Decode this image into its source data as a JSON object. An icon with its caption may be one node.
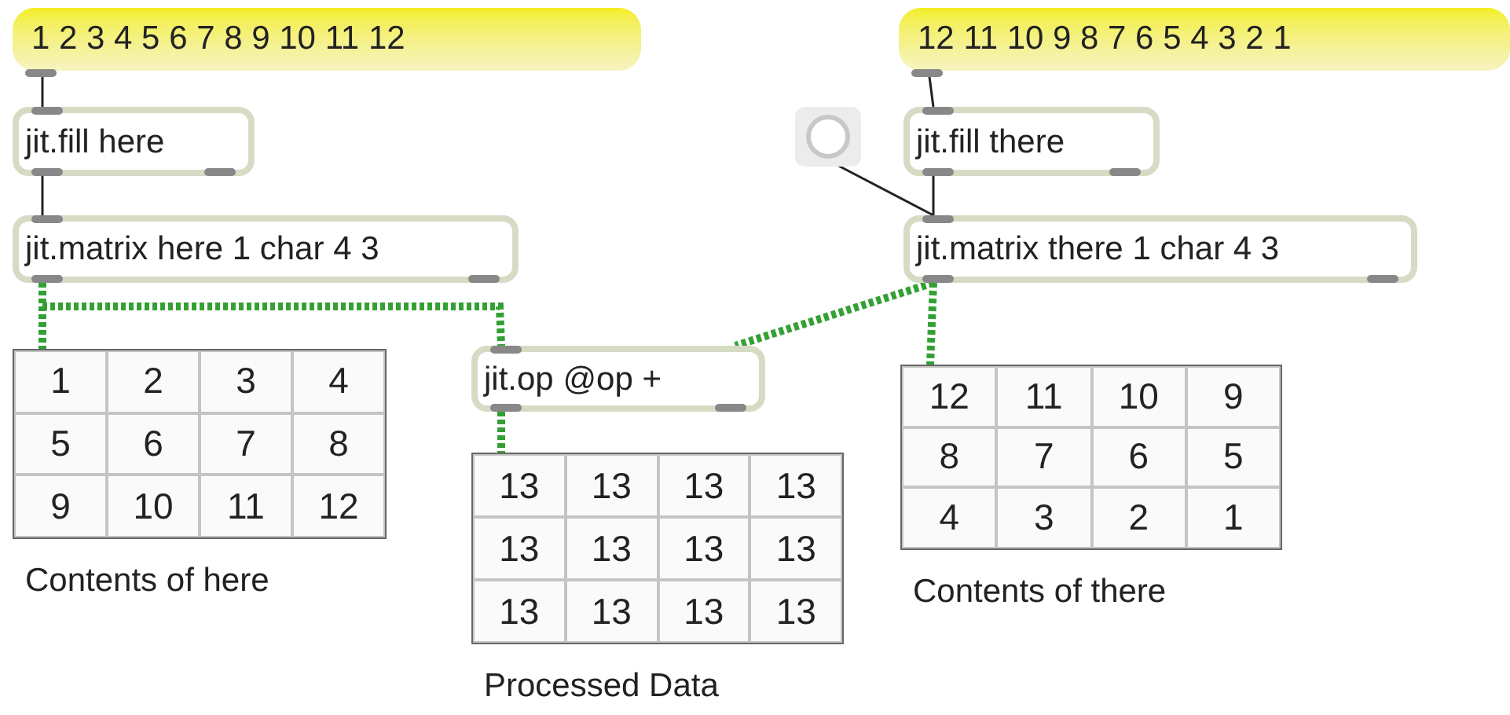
{
  "diagram": {
    "nodes": [
      {
        "text": [
          "1 2 3 4 5 6 7 8 9 10 11 12"
        ]
      },
      {
        "text": [
          "jit.fill here"
        ]
      },
      {
        "text": [
          "jit.matrix here 1 char 4 3"
        ]
      },
      {
        "text": [
          "12 11 10 9 8 7 6 5 4 3 2 1"
        ]
      },
      {
        "text": [],
        "shape": "circle"
      },
      {
        "text": [
          "jit.fill there"
        ]
      },
      {
        "text": [
          "jit.matrix there 1 char 4 3"
        ]
      },
      {
        "text": [
          "jit.op @op +"
        ]
      },
      {
        "text": [
          "1",
          "2",
          "3",
          "4",
          "5",
          "6",
          "7",
          "8",
          "9",
          "10",
          "11",
          "12"
        ],
        "beside": [
          "Contents of here"
        ]
      },
      {
        "text": [
          "13",
          "13",
          "13",
          "13",
          "13",
          "13",
          "13",
          "13",
          "13",
          "13",
          "13",
          "13"
        ],
        "beside": [
          "Processed Data"
        ]
      },
      {
        "text": [
          "12",
          "11",
          "10",
          "9",
          "8",
          "7",
          "6",
          "5",
          "4",
          "3",
          "2",
          "1"
        ],
        "beside": [
          "Contents of there"
        ]
      }
    ],
    "edges": [
      {
        "from": 0,
        "to": 1,
        "arrow": "none"
      },
      {
        "from": 1,
        "to": 2,
        "arrow": "none"
      },
      {
        "from": 3,
        "to": 5,
        "arrow": "none"
      },
      {
        "from": 5,
        "to": 6,
        "arrow": "none"
      },
      {
        "from": 4,
        "to": 6,
        "arrow": "none"
      },
      {
        "from": 2,
        "to": 8,
        "arrow": "none",
        "style": "dashed",
        "color": "#33a033"
      },
      {
        "from": 2,
        "to": 7,
        "arrow": "none",
        "style": "dashed",
        "color": "#33a033"
      },
      {
        "from": 6,
        "to": 7,
        "arrow": "none",
        "style": "dashed",
        "color": "#33a033"
      },
      {
        "from": 6,
        "to": 10,
        "arrow": "none",
        "style": "dashed",
        "color": "#33a033"
      },
      {
        "from": 7,
        "to": 9,
        "arrow": "none",
        "style": "dashed",
        "color": "#33a033"
      }
    ]
  }
}
